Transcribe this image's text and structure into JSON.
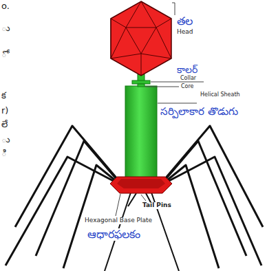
{
  "diagram": {
    "labels": [
      "o.",
      "ు",
      "ో",
      "క",
      "r)",
      "లే",
      "ు",
      "ి",
      "తల",
      "Head",
      "కాలర్",
      "Collar",
      "Core",
      "Helical Sheath",
      "సర్పిలాకార తొడుగు",
      "Tail Pins",
      "Hexagonal Base Plate",
      "ఆధారఫలకం"
    ]
  }
}
